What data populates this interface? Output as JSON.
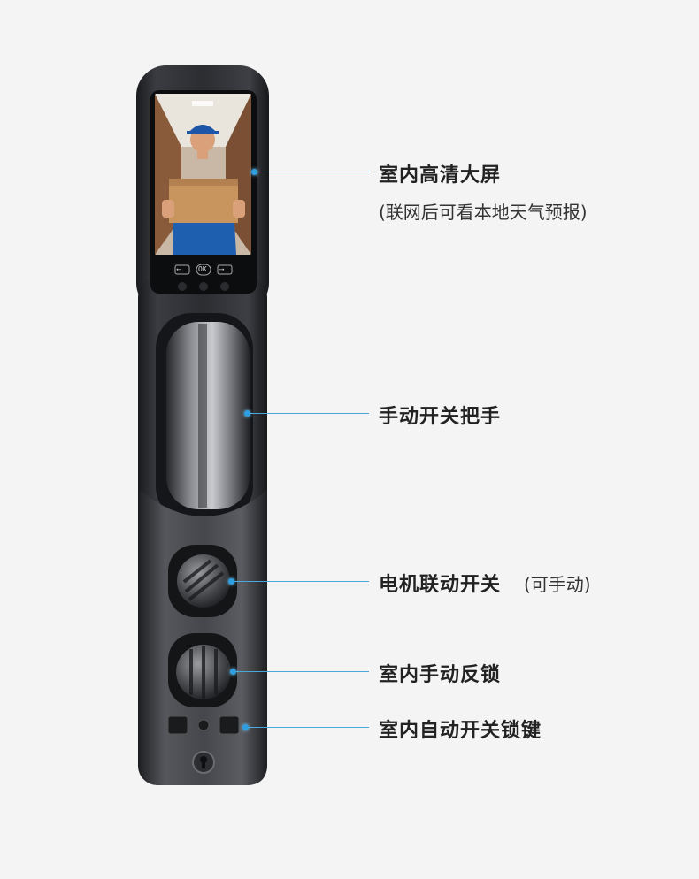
{
  "callouts": [
    {
      "id": "screen",
      "title": "室内高清大屏",
      "subtitle": "(联网后可看本地天气预报)"
    },
    {
      "id": "handle",
      "title": "手动开关把手",
      "subtitle": ""
    },
    {
      "id": "motor",
      "title": "电机联动开关",
      "subtitle": "(可手动)"
    },
    {
      "id": "deadbolt",
      "title": "室内手动反锁",
      "subtitle": ""
    },
    {
      "id": "autokey",
      "title": "室内自动开关锁键",
      "subtitle": ""
    }
  ],
  "screen_buttons": {
    "left": "⟵",
    "ok": "OK",
    "right": "⟶"
  },
  "colors": {
    "accent": "#2f9ee0",
    "line": "#4aa8d8",
    "body": "#2b2d31",
    "background": "#f4f4f4"
  }
}
